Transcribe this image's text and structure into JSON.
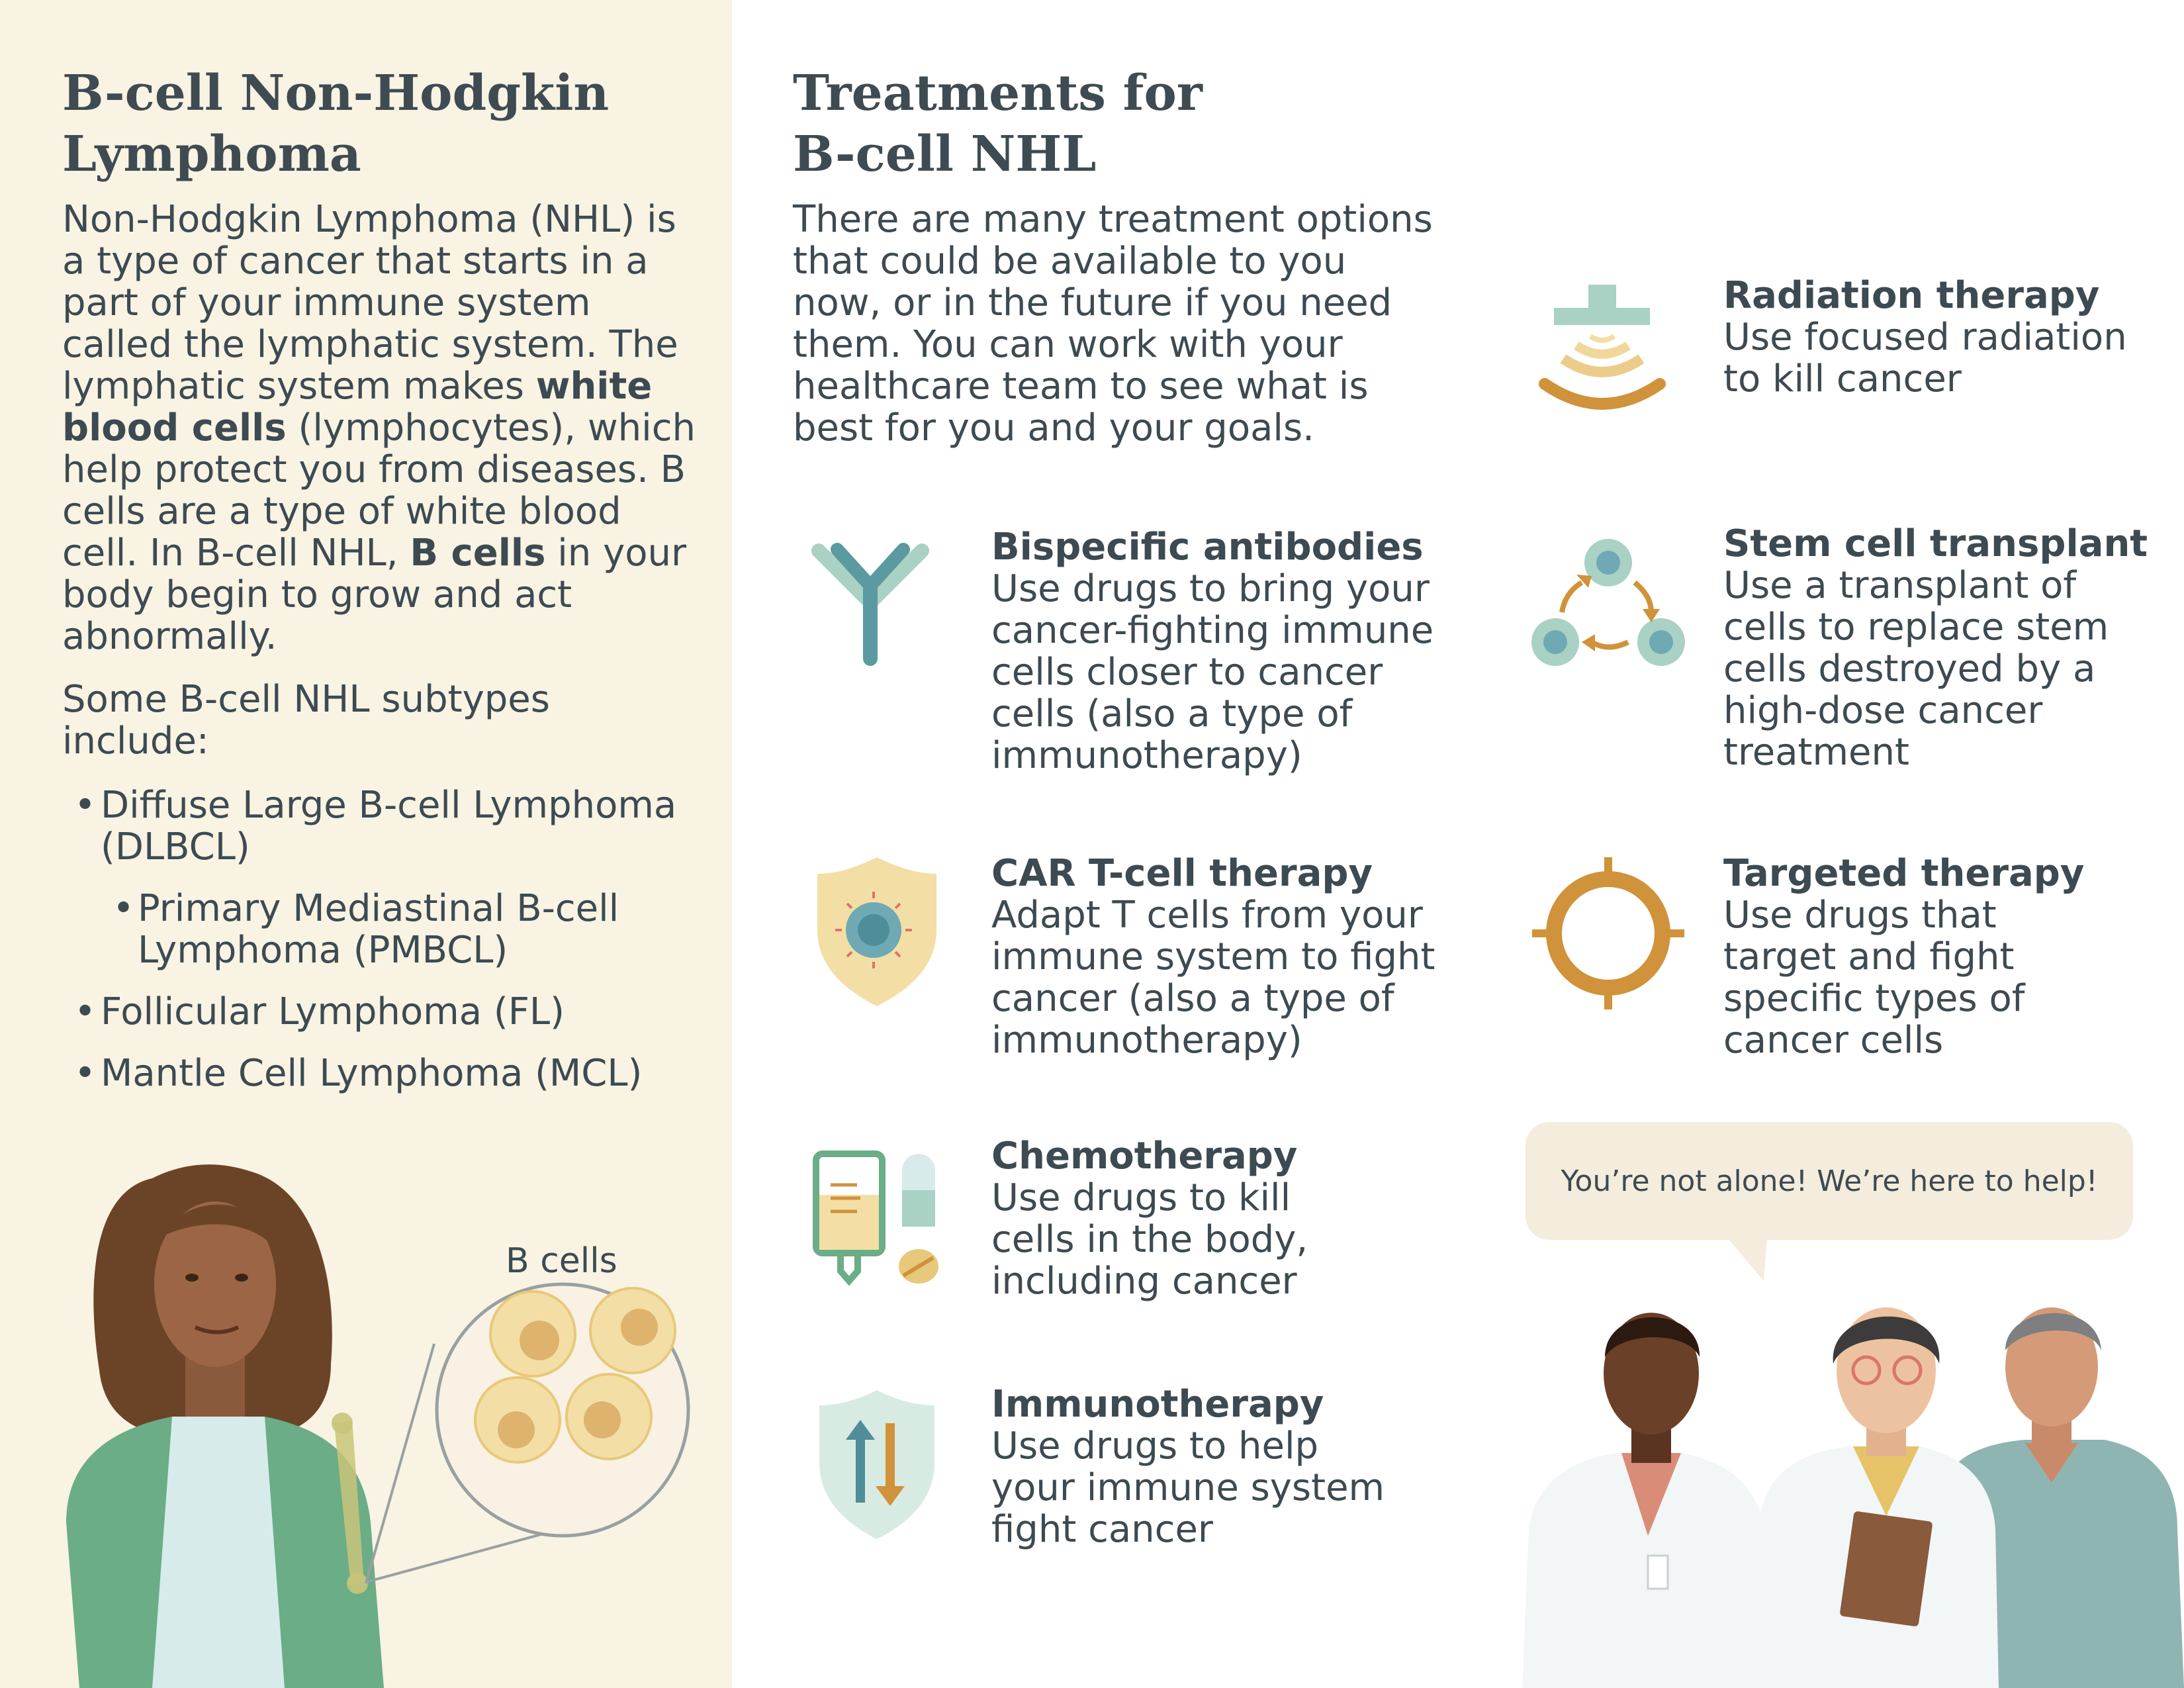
{
  "left": {
    "title_line1": "B-cell Non-Hodgkin",
    "title_line2": "Lymphoma",
    "intro": {
      "p1": "Non-Hodgkin Lymphoma (NHL) is a type of cancer that starts in a part of your immune system called the lymphatic system. The lymphatic system makes ",
      "bold1": "white blood cells",
      "p2": " (lymphocytes), which help protect you from diseases. B cells are a type of white blood cell. In B-cell NHL, ",
      "bold2": "B cells",
      "p3": " in your body begin to grow and act abnormally."
    },
    "subtypes_intro": "Some B-cell NHL subtypes include:",
    "subtypes": [
      "Diffuse Large B-cell Lymphoma (DLBCL)",
      "Primary Mediastinal B-cell Lymphoma (PMBCL)",
      "Follicular Lymphoma (FL)",
      "Mantle Cell Lymphoma (MCL)"
    ],
    "bullet": "•",
    "callout_label": "B cells"
  },
  "right": {
    "title_line1": "Treatments for",
    "title_line2": "B-cell NHL",
    "intro": "There are many treatment options that could be available to you now, or in the future if you need them. You can work with your healthcare team to see what is best for you and your goals."
  },
  "treatments": [
    {
      "title": "Bispecific antibodies",
      "desc": "Use drugs to bring your cancer-fighting immune cells closer to cancer cells (also a type of immunotherapy)",
      "icon": "antibody-icon"
    },
    {
      "title": "CAR T-cell therapy",
      "desc": "Adapt T cells from your immune system to fight cancer (also a type of immunotherapy)",
      "icon": "shield-cell-icon"
    },
    {
      "title": "Chemotherapy",
      "desc": "Use drugs to kill cells in the body, including cancer",
      "icon": "iv-bag-pill-icon"
    },
    {
      "title": "Immunotherapy",
      "desc": "Use drugs to help your immune system fight cancer",
      "icon": "shield-arrows-icon"
    },
    {
      "title": "Radiation therapy",
      "desc": "Use focused radiation to kill cancer",
      "icon": "radiation-icon"
    },
    {
      "title": "Stem cell transplant",
      "desc": "Use a transplant of cells to replace stem cells destroyed by a high-dose cancer treatment",
      "icon": "stem-cell-cycle-icon"
    },
    {
      "title": "Targeted therapy",
      "desc": "Use drugs that target and fight specific types of cancer cells",
      "icon": "target-icon"
    }
  ],
  "speech": "You’re not alone! We’re here to help!",
  "colors": {
    "left_bg": "#f8f3e2",
    "text": "#3d4a52",
    "teal": "#5b9aa0",
    "light_teal": "#a9d1c4",
    "orange": "#d0923a",
    "cream": "#f3dfa5",
    "green": "#6aad86"
  }
}
